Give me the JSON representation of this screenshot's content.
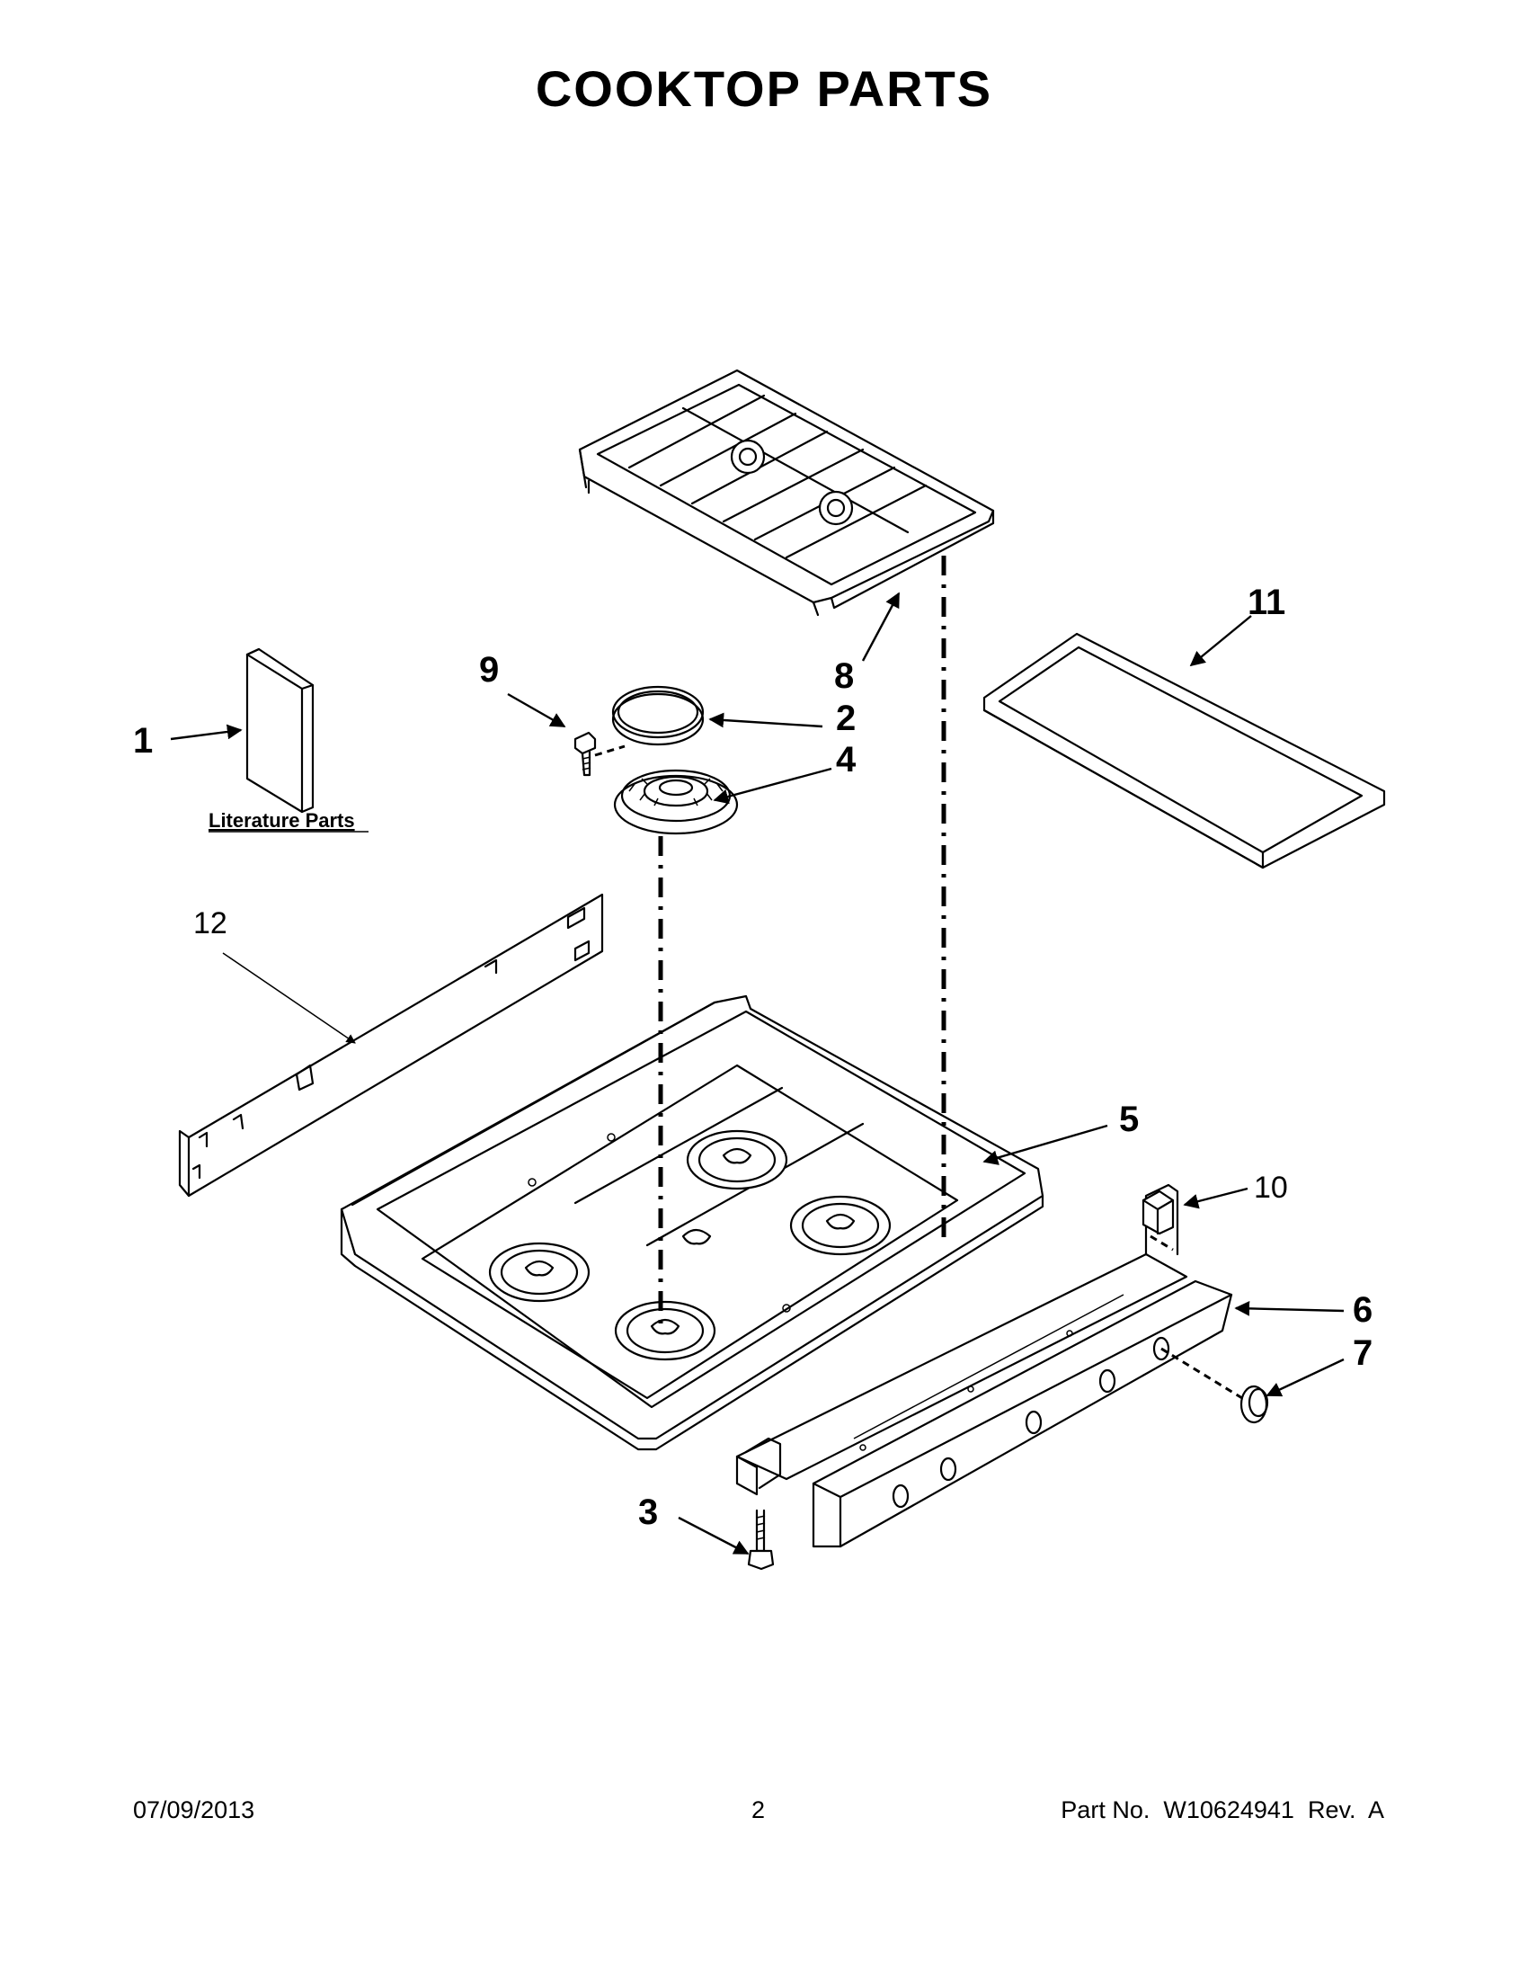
{
  "title": "COOKTOP PARTS",
  "literature_label": "Literature Parts",
  "callouts": {
    "c1": "1",
    "c2": "2",
    "c3": "3",
    "c4": "4",
    "c5": "5",
    "c6": "6",
    "c7": "7",
    "c8": "8",
    "c9": "9",
    "c10": "10",
    "c11": "11",
    "c12": "12"
  },
  "footer": {
    "date": "07/09/2013",
    "page": "2",
    "part": "Part No.  W10624941  Rev.  A"
  }
}
